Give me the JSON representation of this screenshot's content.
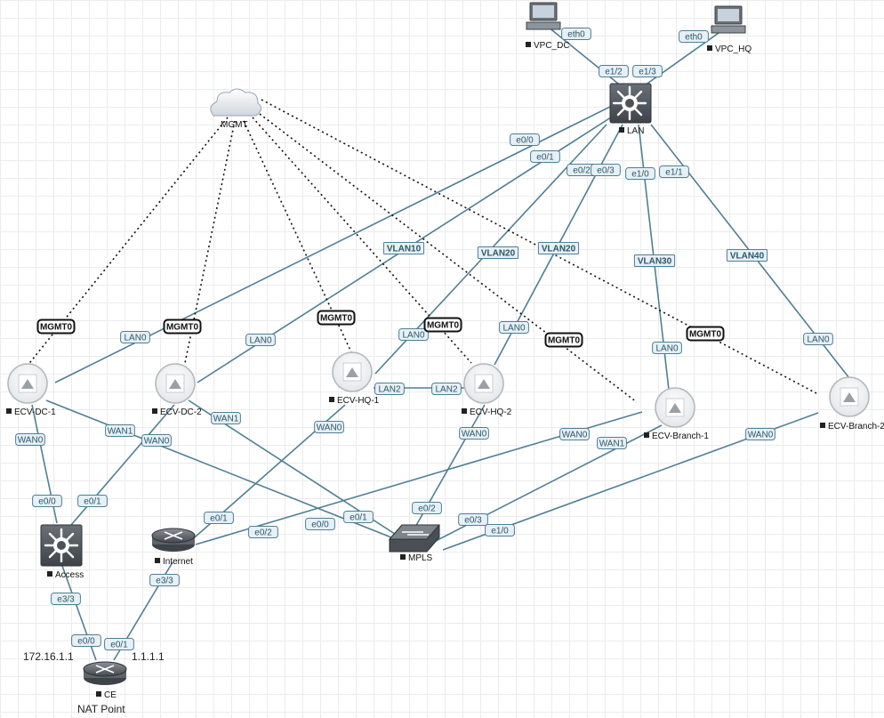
{
  "nodes": {
    "vpc_dc": "VPC_DC",
    "vpc_hq": "VPC_HQ",
    "lan": "LAN",
    "mgmt": "MGMT",
    "ecv_dc_1": "ECV-DC-1",
    "ecv_dc_2": "ECV-DC-2",
    "ecv_hq_1": "ECV-HQ-1",
    "ecv_hq_2": "ECV-HQ-2",
    "ecv_branch_1": "ECV-Branch-1",
    "ecv_branch_2": "ECV-Branch-2",
    "access": "Access",
    "internet": "Internet",
    "mpls": "MPLS",
    "ce": "CE"
  },
  "annotations": {
    "ip_left": "172.16.1.1",
    "ip_right": "1.1.1.1",
    "nat": "NAT Point"
  },
  "port_labels": {
    "eth0_dc": "eth0",
    "eth0_hq": "eth0",
    "e1_2": "e1/2",
    "e1_3": "e1/3",
    "e0_0_lan": "e0/0",
    "e0_1_lan": "e0/1",
    "e0_2_lan": "e0/2",
    "e0_3_lan": "e0/3",
    "e1_0_lan": "e1/0",
    "e1_1_lan": "e1/1",
    "vlan10": "VLAN10",
    "vlan20_a": "VLAN20",
    "vlan20_b": "VLAN20",
    "vlan30": "VLAN30",
    "vlan40": "VLAN40",
    "lan0_dc1": "LAN0",
    "lan0_dc2": "LAN0",
    "lan0_hq1": "LAN0",
    "lan0_hq2": "LAN0",
    "lan0_br1": "LAN0",
    "lan0_br2": "LAN0",
    "mgmt0_dc1": "MGMT0",
    "mgmt0_dc2": "MGMT0",
    "mgmt0_hq1": "MGMT0",
    "mgmt0_hq2": "MGMT0",
    "mgmt0_br1": "MGMT0",
    "mgmt0_br2": "MGMT0",
    "lan2_hq1": "LAN2",
    "lan2_hq2": "LAN2",
    "wan0_dc1": "WAN0",
    "wan1_dc1": "WAN1",
    "wan0_dc2": "WAN0",
    "wan1_dc2": "WAN1",
    "wan0_hq1": "WAN0",
    "wan0_hq2": "WAN0",
    "wan0_br1": "WAN0",
    "wan1_br1": "WAN1",
    "wan0_br2": "WAN0",
    "e0_0_access": "e0/0",
    "e0_1_access": "e0/1",
    "e3_3_access": "e3/3",
    "e0_1_internet": "e0/1",
    "e0_2_internet": "e0/2",
    "e3_3_internet": "e3/3",
    "e0_0_mpls": "e0/0",
    "e0_1_mpls": "e0/1",
    "e0_2_mpls": "e0/2",
    "e0_3_mpls": "e0/3",
    "e1_0_mpls": "e1/0",
    "e0_0_ce": "e0/0",
    "e0_1_ce": "e0/1"
  },
  "colors": {
    "link": "#4f7f94",
    "label_fill": "#e6f0f6",
    "label_stroke": "#4f7f94",
    "mgmt_stroke": "#111111",
    "device_dark": "#555a60"
  }
}
